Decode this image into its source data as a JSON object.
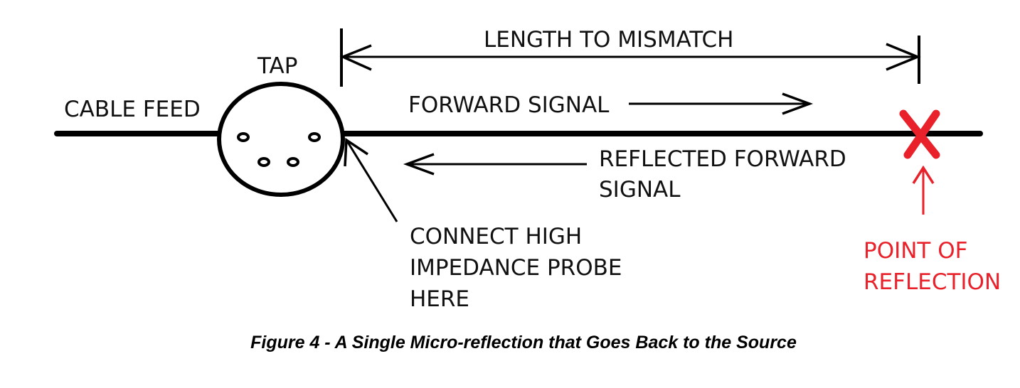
{
  "labels": {
    "tap": "TAP",
    "cable_feed": "CABLE FEED",
    "length_to_mismatch": "LENGTH TO MISMATCH",
    "forward_signal": "FORWARD SIGNAL",
    "reflected_line1": "REFLECTED FORWARD",
    "reflected_line2": "SIGNAL",
    "probe_line1": "CONNECT HIGH",
    "probe_line2": "IMPEDANCE PROBE",
    "probe_line3": "HERE",
    "point_line1": "POINT OF",
    "point_line2": "REFLECTION"
  },
  "caption": "Figure 4 - A Single Micro-reflection that Goes Back to the Source",
  "colors": {
    "line": "#000000",
    "reflection": "#e8212a"
  }
}
